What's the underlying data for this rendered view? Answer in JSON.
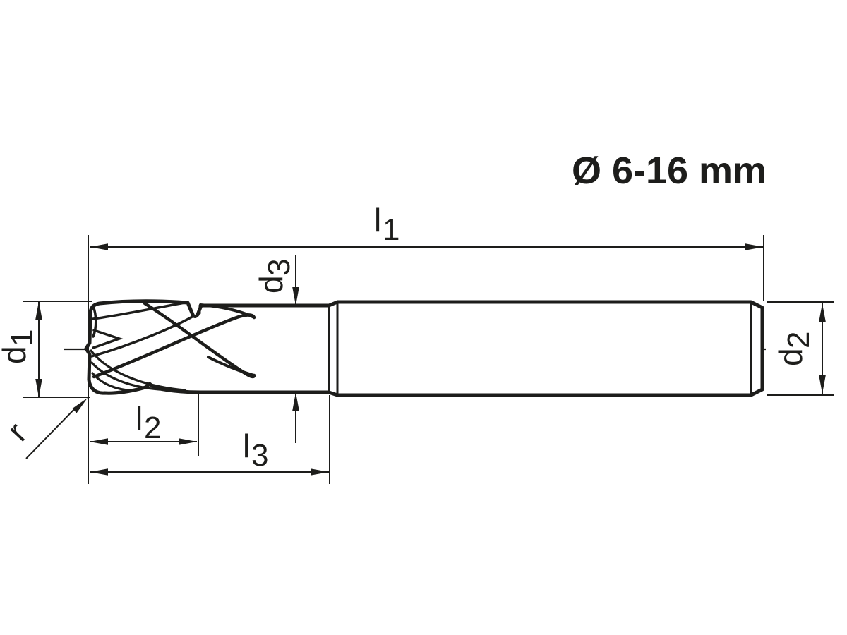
{
  "title": "Ø 6-16 mm",
  "labels": {
    "l1": {
      "main": "l",
      "sub": "1"
    },
    "l2": {
      "main": "l",
      "sub": "2"
    },
    "l3": {
      "main": "l",
      "sub": "3"
    },
    "d1": {
      "main": "d",
      "sub": "1"
    },
    "d2": {
      "main": "d",
      "sub": "2"
    },
    "d3": {
      "main": "d",
      "sub": "3"
    },
    "r": {
      "main": "r",
      "sub": ""
    }
  },
  "colors": {
    "ink": "#1d1d1b",
    "background": "#ffffff"
  }
}
